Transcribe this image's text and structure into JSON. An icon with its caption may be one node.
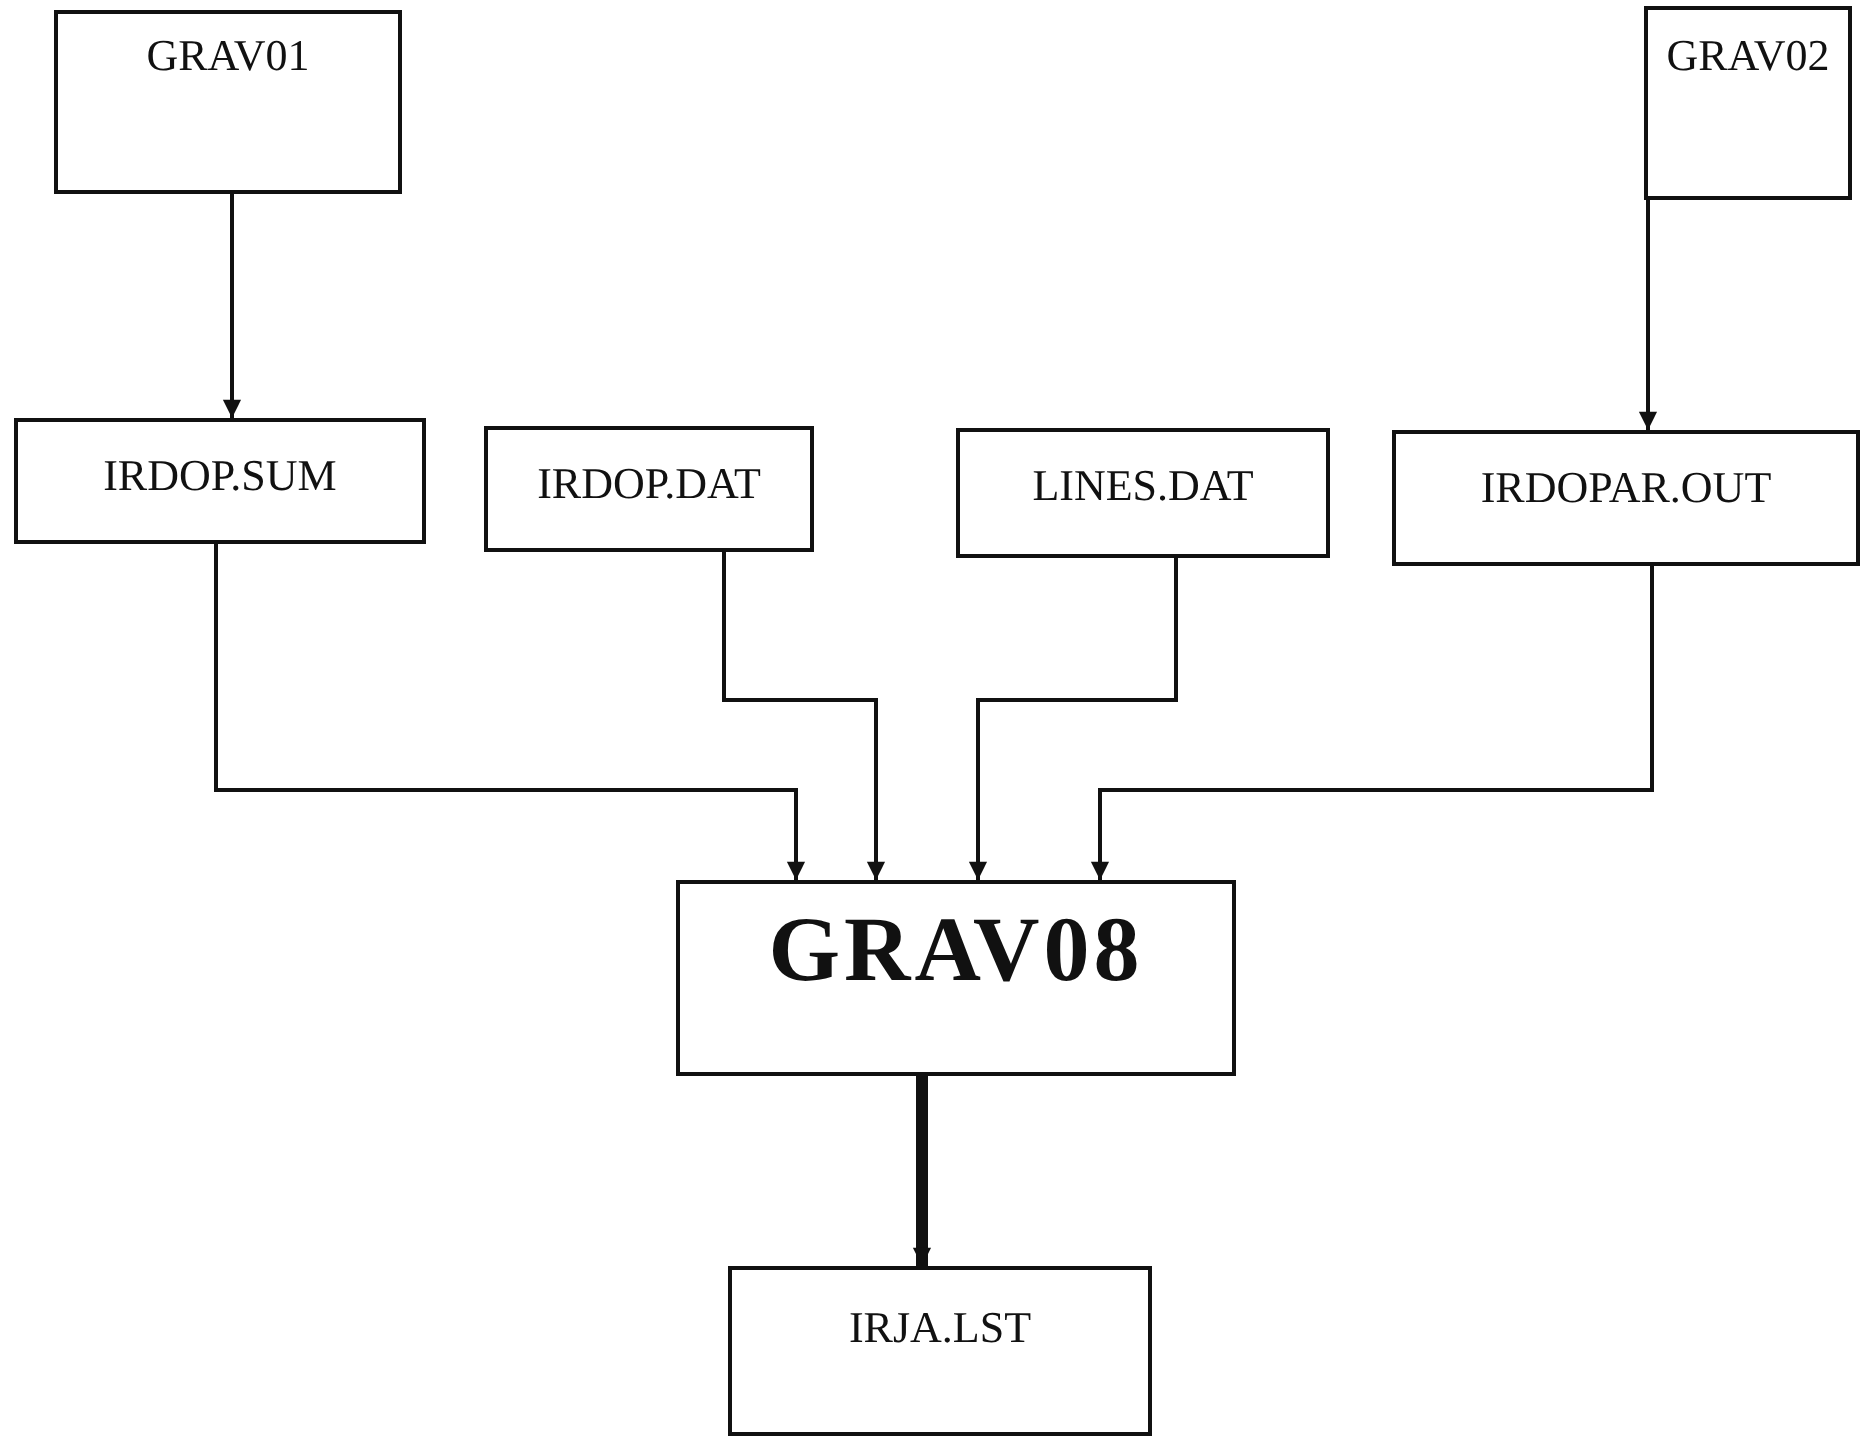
{
  "diagram": {
    "nodes": [
      {
        "text": [
          "GRAV01"
        ]
      },
      {
        "text": [
          "GRAV02"
        ]
      },
      {
        "text": [
          "IRDOP.SUM"
        ]
      },
      {
        "text": [
          "IRDOP.DAT"
        ]
      },
      {
        "text": [
          "LINES.DAT"
        ]
      },
      {
        "text": [
          "IRDOPAR.OUT"
        ]
      },
      {
        "text": [
          "GRAV08"
        ]
      },
      {
        "text": [
          "IRJA.LST"
        ]
      }
    ],
    "edges": [
      {
        "from": 0,
        "to": 2,
        "arrow": "to"
      },
      {
        "from": 1,
        "to": 5,
        "arrow": "to"
      },
      {
        "from": 2,
        "to": 6,
        "arrow": "to"
      },
      {
        "from": 3,
        "to": 6,
        "arrow": "to"
      },
      {
        "from": 4,
        "to": 6,
        "arrow": "to"
      },
      {
        "from": 5,
        "to": 6,
        "arrow": "to"
      },
      {
        "from": 6,
        "to": 7,
        "arrow": "to",
        "style": "thick"
      }
    ]
  }
}
